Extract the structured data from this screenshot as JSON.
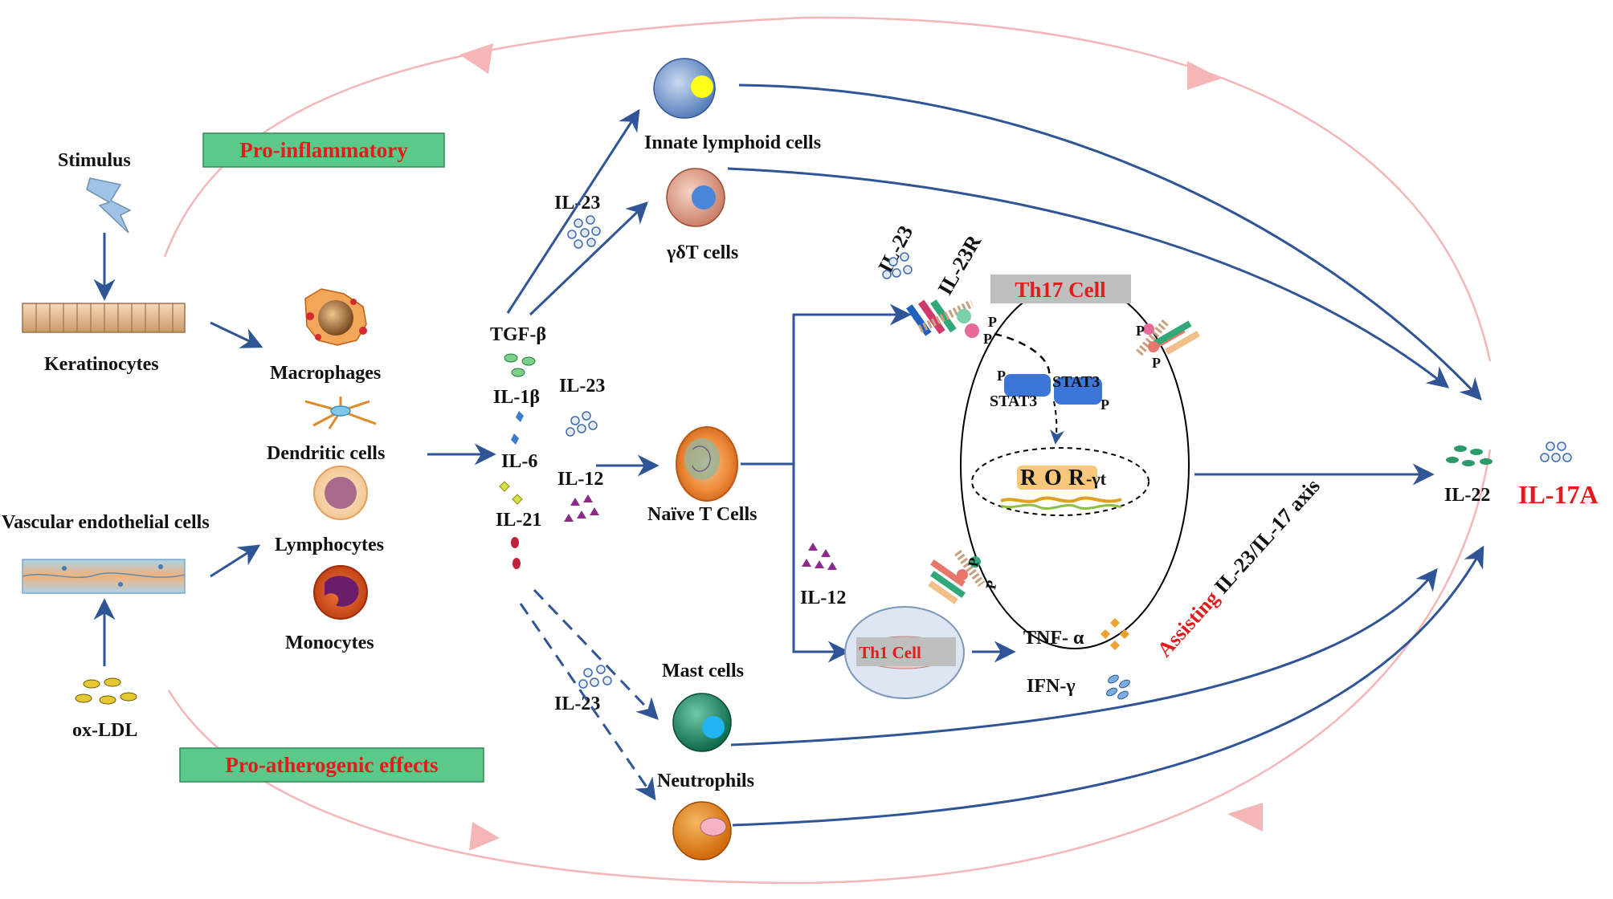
{
  "labels": {
    "stimulus": "Stimulus",
    "keratinocytes": "Keratinocytes",
    "vascular_endothelial": "Vascular endothelial cells",
    "ox_ldl": "ox-LDL",
    "pro_inflammatory": "Pro-inflammatory",
    "pro_atherogenic": "Pro-atherogenic effects",
    "macrophages": "Macrophages",
    "dendritic_cells": "Dendritic cells",
    "lymphocytes": "Lymphocytes",
    "monocytes": "Monocytes",
    "tgf_beta": "TGF-β",
    "il1b": "IL-1β",
    "il6": "IL-6",
    "il21": "IL-21",
    "il23_top": "IL-23",
    "il23_mid": "IL-23",
    "il12_mid": "IL-12",
    "il23_bottom": "IL-23",
    "innate_lymphoid": "Innate lymphoid  cells",
    "gd_t_cells": "γδT cells",
    "naive_t": "Naïve T Cells",
    "mast_cells": "Mast cells",
    "neutrophils": "Neutrophils",
    "il23_receptor_ligand": "IL-23",
    "il23r": "IL-23R",
    "th17_cell": "Th17 Cell",
    "stat3_a": "STAT3",
    "stat3_b": "STAT3",
    "p": "P",
    "ror_a": "R",
    "ror_b": "O",
    "ror_c": "R",
    "ror_d": "-γt",
    "il12_right": "IL-12",
    "th1_cell": "Th1 Cell",
    "tnf": "TNF- α",
    "ifn": "IFN-γ",
    "assisting_red": "Assisting",
    "assisting_black": " IL-23/IL-17 axis",
    "il22": "IL-22",
    "il17a": "IL-17A"
  },
  "colors": {
    "arrow_blue": "#2f5597",
    "cycle_pink": "#f4b6b6",
    "box_green": "#5bc98a",
    "box_grey": "#bfbfbf",
    "label_red": "#e31b1b"
  }
}
